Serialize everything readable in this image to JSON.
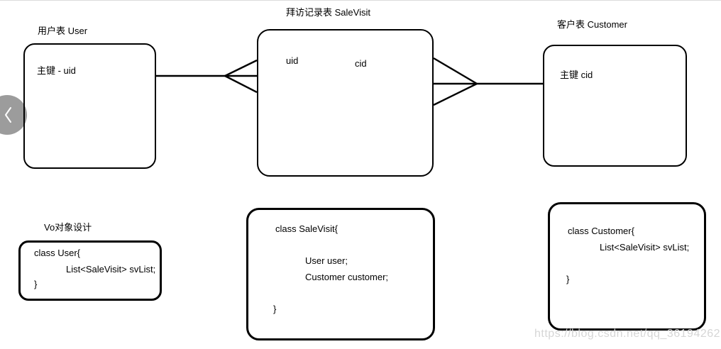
{
  "colors": {
    "line": "#000000",
    "nav_button": "#9c9c9c",
    "watermark_text": "#d6d6d6"
  },
  "entities": {
    "user": {
      "label": "用户表 User",
      "primary_key": "主键 - uid"
    },
    "salevisit": {
      "label": "拜访记录表 SaleVisit",
      "fields": {
        "uid": "uid",
        "cid": "cid"
      }
    },
    "customer": {
      "label": "客户表 Customer",
      "primary_key": "主键 cid"
    }
  },
  "vo_design": {
    "section_label": "Vo对象设计",
    "user_class": {
      "lines": [
        "class User{",
        "List<SaleVisit> svList;",
        "}"
      ]
    },
    "salevisit_class": {
      "lines": [
        "class SaleVisit{",
        "User user;",
        "Customer customer;",
        "}"
      ]
    },
    "customer_class": {
      "lines": [
        "class Customer{",
        "List<SaleVisit> svList;",
        "}"
      ]
    }
  },
  "watermark": "https://blog.csdn.net/qq_36194262"
}
